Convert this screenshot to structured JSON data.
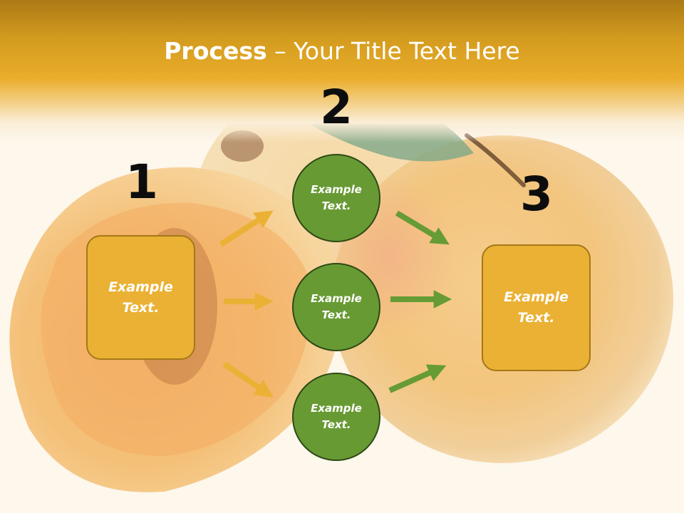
{
  "slide": {
    "title_strong": "Process",
    "title_rest": " – Your Title Text Here"
  },
  "steps": {
    "one": {
      "number": "1",
      "label": "Example\nText."
    },
    "two": {
      "number": "2",
      "items": [
        {
          "label": "Example\nText."
        },
        {
          "label": "Example\nText."
        },
        {
          "label": "Example\nText."
        }
      ]
    },
    "three": {
      "number": "3",
      "label": "Example\nText."
    }
  },
  "colors": {
    "header": "#eaad2b",
    "box_fill": "#eab134",
    "circle_fill": "#689a34",
    "arrow_orange": "#eab134",
    "arrow_green": "#669b35"
  },
  "background_image": "apricots"
}
